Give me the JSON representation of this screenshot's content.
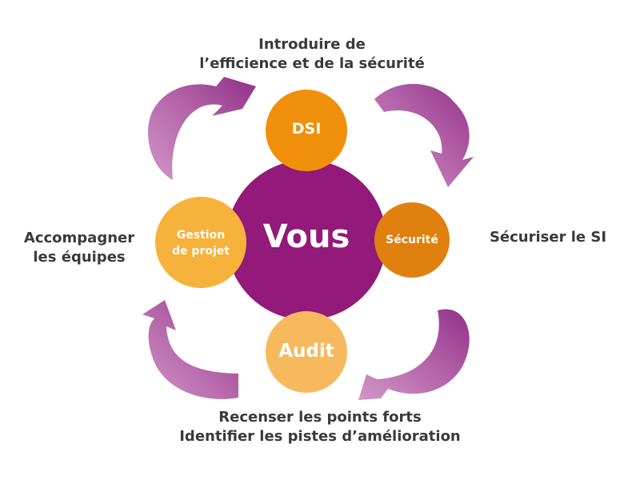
{
  "center": {
    "label": "Vous",
    "color": "#93197a"
  },
  "nodes": [
    {
      "id": "dsi",
      "label": "DSI",
      "color": "#f0900a"
    },
    {
      "id": "securite",
      "label": "Sécurité",
      "color": "#e0800e"
    },
    {
      "id": "audit",
      "label": "Audit",
      "color": "#f6b95e"
    },
    {
      "id": "gestion",
      "label_lines": [
        "Gestion",
        "de projet"
      ],
      "color": "#f7b23b"
    }
  ],
  "labels": {
    "top": [
      "Introduire de",
      "l’efficience et de la sécurité"
    ],
    "right": [
      "Sécuriser le SI"
    ],
    "bottom": [
      "Recenser les points forts",
      "Identifier les pistes d’amélioration"
    ],
    "left": [
      "Accompagner",
      "les équipes"
    ]
  },
  "colors": {
    "arrow_dark": "#9c3c8e",
    "arrow_light": "#cc8fc2",
    "text": "#3a3a3a"
  }
}
